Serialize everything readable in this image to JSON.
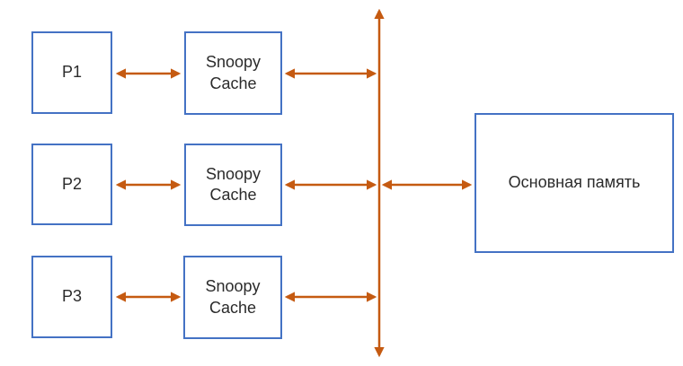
{
  "diagram": {
    "processors": [
      {
        "label": "P1"
      },
      {
        "label": "P2"
      },
      {
        "label": "P3"
      }
    ],
    "caches": [
      {
        "label": "Snoopy\nCache"
      },
      {
        "label": "Snoopy\nCache"
      },
      {
        "label": "Snoopy\nCache"
      }
    ],
    "memory": {
      "label": "Основная память"
    },
    "connections": [
      {
        "from": "P1",
        "to": "Snoopy Cache 1",
        "type": "bidirectional-arrow"
      },
      {
        "from": "Snoopy Cache 1",
        "to": "bus",
        "type": "bidirectional-arrow"
      },
      {
        "from": "P2",
        "to": "Snoopy Cache 2",
        "type": "bidirectional-arrow"
      },
      {
        "from": "Snoopy Cache 2",
        "to": "bus",
        "type": "bidirectional-arrow"
      },
      {
        "from": "P3",
        "to": "Snoopy Cache 3",
        "type": "bidirectional-arrow"
      },
      {
        "from": "Snoopy Cache 3",
        "to": "bus",
        "type": "bidirectional-arrow"
      },
      {
        "from": "bus",
        "to": "Основная память",
        "type": "bidirectional-arrow"
      }
    ]
  },
  "colors": {
    "box_border": "#4472C4",
    "box_fill": "#FFFFFF",
    "arrow": "#C55A11",
    "text_color": "#2B2B2B",
    "canvas_bg": "#FFFFFF"
  }
}
